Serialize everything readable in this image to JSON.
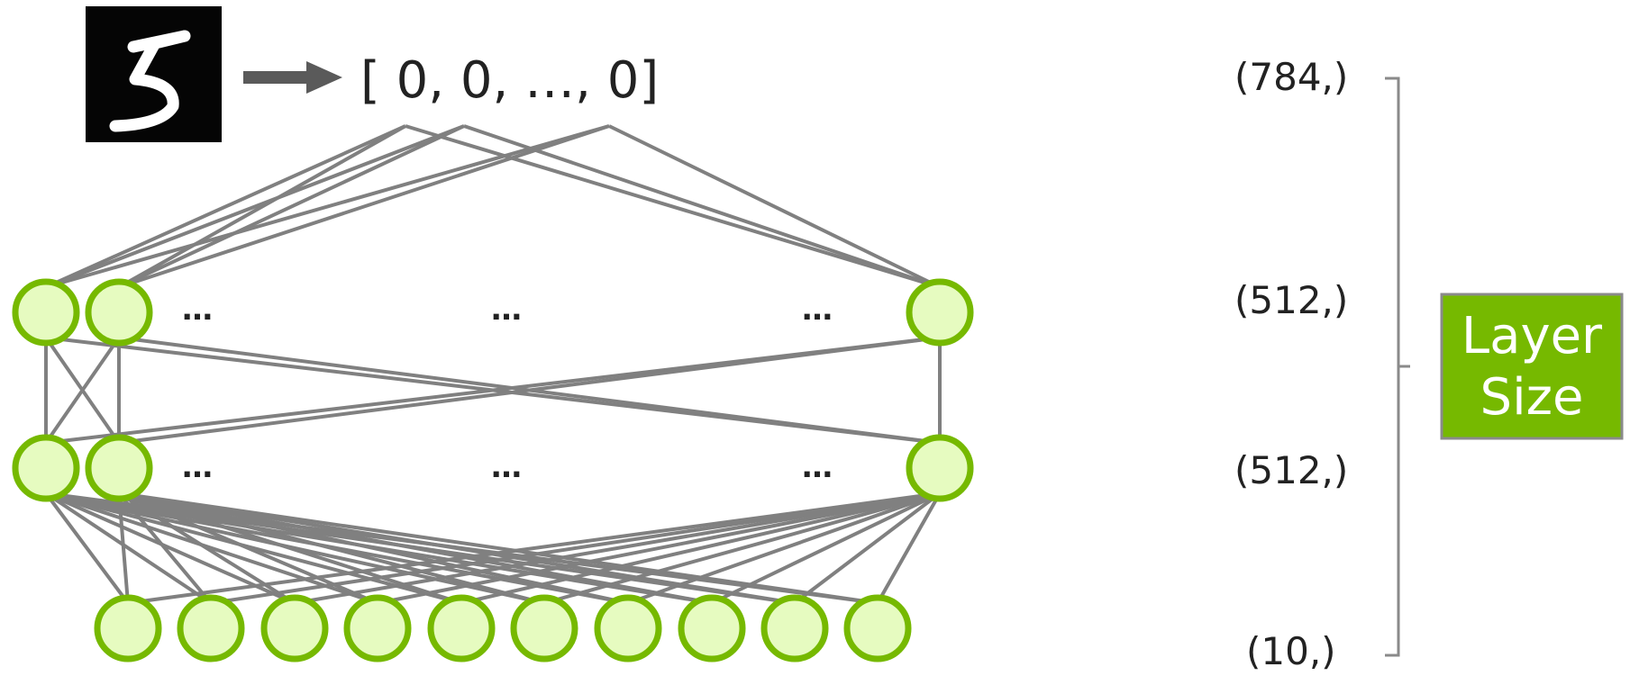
{
  "input_vector": "[ 0, 0, …, 0]",
  "ellipsis": "…",
  "layer_sizes": [
    "(784,)",
    "(512,)",
    "(512,)",
    "(10,)"
  ],
  "bracket_label": [
    "Layer",
    "Size"
  ],
  "colors": {
    "node_fill": "#e6fbc0",
    "node_stroke": "#76b900",
    "edge": "#808080",
    "box_fill": "#76b900",
    "box_border": "#8a8a8a",
    "bracket": "#8a8a8a",
    "arrow": "#5a5a5a"
  },
  "icons": {
    "digit_image": "handwritten-digit-5-icon",
    "arrow": "arrow-right-icon"
  },
  "layers": [
    {
      "name": "input",
      "node_count": 784
    },
    {
      "name": "hidden-1",
      "node_count": 512
    },
    {
      "name": "hidden-2",
      "node_count": 512
    },
    {
      "name": "output",
      "node_count": 10
    }
  ]
}
